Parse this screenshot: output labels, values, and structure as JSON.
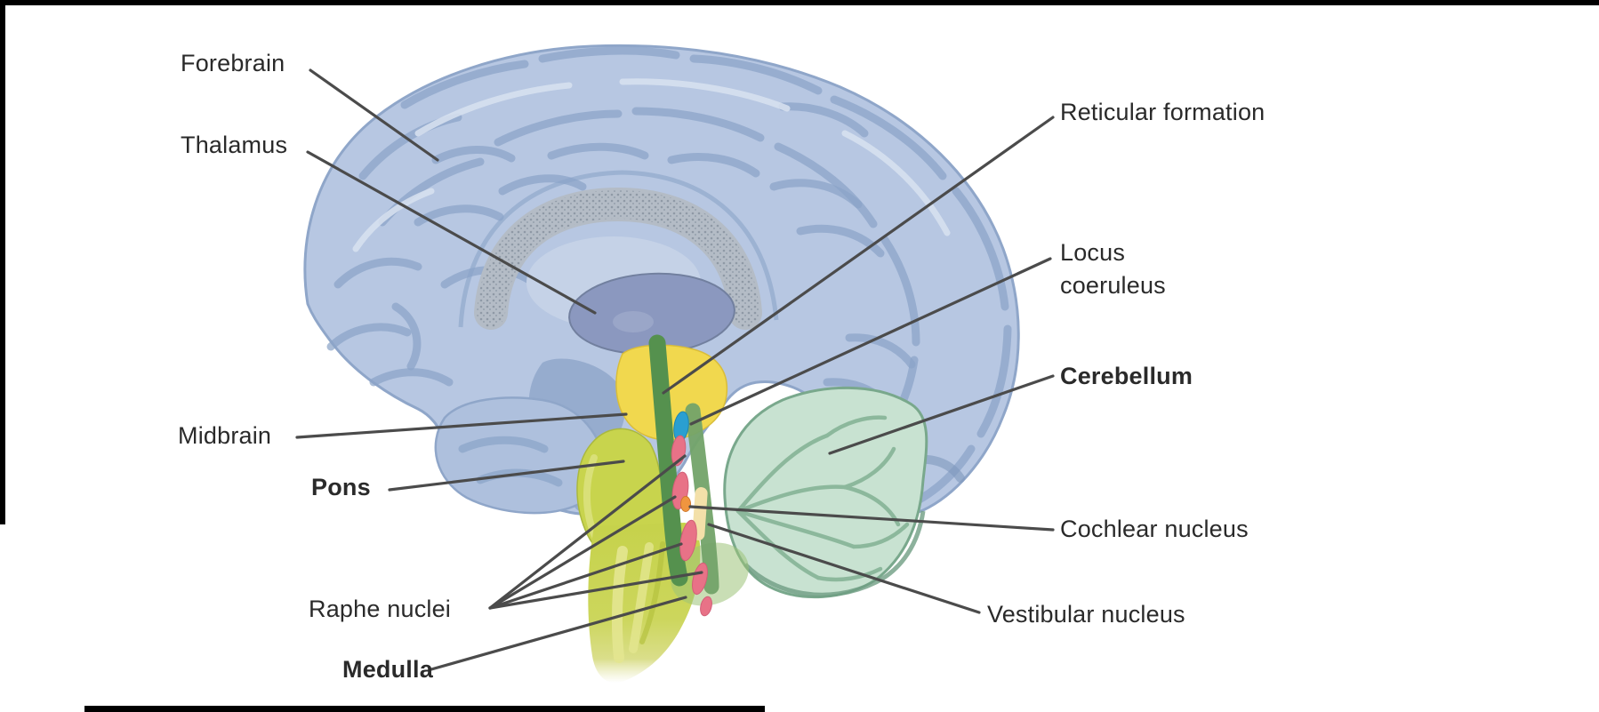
{
  "labels": {
    "forebrain": {
      "text": "Forebrain"
    },
    "thalamus": {
      "text": "Thalamus"
    },
    "reticular_formation": {
      "text": "Reticular formation"
    },
    "locus_coeruleus": {
      "text": "Locus coeruleus"
    },
    "cerebellum": {
      "text": "Cerebellum"
    },
    "midbrain": {
      "text": "Midbrain"
    },
    "pons": {
      "text": "Pons"
    },
    "cochlear_nucleus": {
      "text": "Cochlear nucleus"
    },
    "raphe_nuclei": {
      "text": "Raphe nuclei"
    },
    "vestibular_nucleus": {
      "text": "Vestibular nucleus"
    },
    "medulla": {
      "text": "Medulla"
    }
  },
  "colors": {
    "background": "#ffffff",
    "border": "#000000",
    "label_text": "#2a2a2a",
    "leader_line": "#4b4b4b",
    "cortex": "#b7c7e2",
    "sulci": "#8aa3c8",
    "corpus_callosum": "#b4bcc6",
    "thalamus": "#8b98bf",
    "midbrain": "#f1d84e",
    "brainstem": "#c8d44d",
    "reticular_formation": "#55914e",
    "cerebellum": "#c8e2d1",
    "cerebellum_outline": "#79a88c",
    "locus_coeruleus": "#2a9fd1",
    "raphe_nuclei": "#e87287",
    "cochlear_nucleus": "#f0953f",
    "vestibular_region": "#f3e0a9"
  }
}
